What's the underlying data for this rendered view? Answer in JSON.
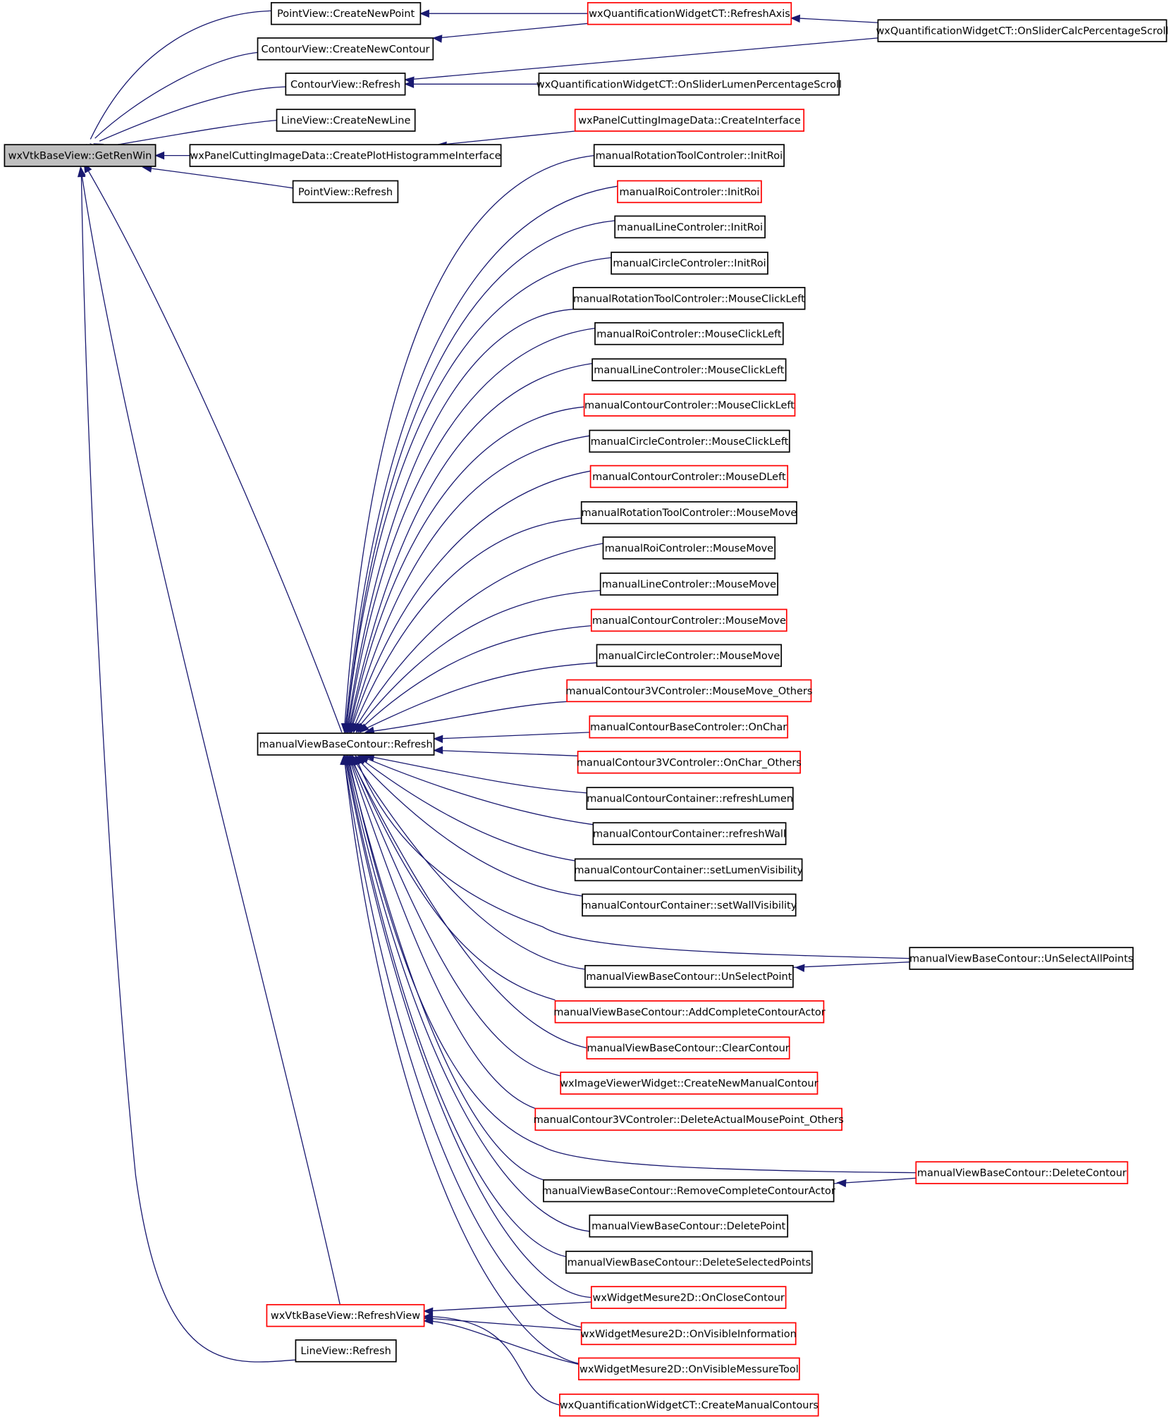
{
  "graph": {
    "root": "wxVtkBaseView::GetRenWin",
    "colors": {
      "edge": "#191970",
      "documented_border": "#000000",
      "undocumented_border": "#ff0000",
      "root_fill": "#bfbfbf"
    },
    "nodes": [
      {
        "id": "root",
        "label": "wxVtkBaseView::GetRenWin",
        "border": "black",
        "root": true
      },
      {
        "id": "pv_createnewpoint",
        "label": "PointView::CreateNewPoint",
        "border": "black"
      },
      {
        "id": "cv_createnewcontour",
        "label": "ContourView::CreateNewContour",
        "border": "black"
      },
      {
        "id": "cv_refresh",
        "label": "ContourView::Refresh",
        "border": "black"
      },
      {
        "id": "lv_createnewline",
        "label": "LineView::CreateNewLine",
        "border": "black"
      },
      {
        "id": "wxpc_createplothist",
        "label": "wxPanelCuttingImageData::CreatePlotHistogrammeInterface",
        "border": "black"
      },
      {
        "id": "pv_refresh",
        "label": "PointView::Refresh",
        "border": "black"
      },
      {
        "id": "mvbc_refresh",
        "label": "manualViewBaseContour::Refresh",
        "border": "black"
      },
      {
        "id": "wxvtk_refreshview",
        "label": "wxVtkBaseView::RefreshView",
        "border": "red"
      },
      {
        "id": "lv_refresh",
        "label": "LineView::Refresh",
        "border": "black"
      },
      {
        "id": "wxq_refreshaxis",
        "label": "wxQuantificationWidgetCT::RefreshAxis",
        "border": "red"
      },
      {
        "id": "wxq_onslidercalc",
        "label": "wxQuantificationWidgetCT::OnSliderCalcPercentageScroll",
        "border": "black"
      },
      {
        "id": "wxq_onsliderlumen",
        "label": "wxQuantificationWidgetCT::OnSliderLumenPercentageScroll",
        "border": "black"
      },
      {
        "id": "wxpc_createinterface",
        "label": "wxPanelCuttingImageData::CreateInterface",
        "border": "red"
      },
      {
        "id": "mrtc_initroi",
        "label": "manualRotationToolControler::InitRoi",
        "border": "black"
      },
      {
        "id": "mroi_initroi",
        "label": "manualRoiControler::InitRoi",
        "border": "red"
      },
      {
        "id": "mline_initroi",
        "label": "manualLineControler::InitRoi",
        "border": "black"
      },
      {
        "id": "mcirc_initroi",
        "label": "manualCircleControler::InitRoi",
        "border": "black"
      },
      {
        "id": "mrtc_mcl",
        "label": "manualRotationToolControler::MouseClickLeft",
        "border": "black"
      },
      {
        "id": "mroi_mcl",
        "label": "manualRoiControler::MouseClickLeft",
        "border": "black"
      },
      {
        "id": "mline_mcl",
        "label": "manualLineControler::MouseClickLeft",
        "border": "black"
      },
      {
        "id": "mcont_mcl",
        "label": "manualContourControler::MouseClickLeft",
        "border": "red"
      },
      {
        "id": "mcirc_mcl",
        "label": "manualCircleControler::MouseClickLeft",
        "border": "black"
      },
      {
        "id": "mcont_mdl",
        "label": "manualContourControler::MouseDLeft",
        "border": "red"
      },
      {
        "id": "mrtc_mm",
        "label": "manualRotationToolControler::MouseMove",
        "border": "black"
      },
      {
        "id": "mroi_mm",
        "label": "manualRoiControler::MouseMove",
        "border": "black"
      },
      {
        "id": "mline_mm",
        "label": "manualLineControler::MouseMove",
        "border": "black"
      },
      {
        "id": "mcont_mm",
        "label": "manualContourControler::MouseMove",
        "border": "red"
      },
      {
        "id": "mcirc_mm",
        "label": "manualCircleControler::MouseMove",
        "border": "black"
      },
      {
        "id": "mc3v_mmo",
        "label": "manualContour3VControler::MouseMove_Others",
        "border": "red"
      },
      {
        "id": "mcbc_onchar",
        "label": "manualContourBaseControler::OnChar",
        "border": "red"
      },
      {
        "id": "mc3v_oco",
        "label": "manualContour3VControler::OnChar_Others",
        "border": "red"
      },
      {
        "id": "mcc_refreshlumen",
        "label": "manualContourContainer::refreshLumen",
        "border": "black"
      },
      {
        "id": "mcc_refreshwall",
        "label": "manualContourContainer::refreshWall",
        "border": "black"
      },
      {
        "id": "mcc_setlumenvis",
        "label": "manualContourContainer::setLumenVisibility",
        "border": "black"
      },
      {
        "id": "mcc_setwallvis",
        "label": "manualContourContainer::setWallVisibility",
        "border": "black"
      },
      {
        "id": "mvbc_unselectallpoints",
        "label": "manualViewBaseContour::UnSelectAllPoints",
        "border": "black"
      },
      {
        "id": "mvbc_unselectpoint",
        "label": "manualViewBaseContour::UnSelectPoint",
        "border": "black"
      },
      {
        "id": "mvbc_addcca",
        "label": "manualViewBaseContour::AddCompleteContourActor",
        "border": "red"
      },
      {
        "id": "mvbc_clearcontour",
        "label": "manualViewBaseContour::ClearContour",
        "border": "red"
      },
      {
        "id": "wxiv_cnmc",
        "label": "wxImageViewerWidget::CreateNewManualContour",
        "border": "red"
      },
      {
        "id": "mc3v_dampo",
        "label": "manualContour3VControler::DeleteActualMousePoint_Others",
        "border": "red"
      },
      {
        "id": "mvbc_deletecontour",
        "label": "manualViewBaseContour::DeleteContour",
        "border": "red"
      },
      {
        "id": "mvbc_removecca",
        "label": "manualViewBaseContour::RemoveCompleteContourActor",
        "border": "black"
      },
      {
        "id": "mvbc_deletepoint",
        "label": "manualViewBaseContour::DeletePoint",
        "border": "black"
      },
      {
        "id": "mvbc_deleteselected",
        "label": "manualViewBaseContour::DeleteSelectedPoints",
        "border": "black"
      },
      {
        "id": "wxwm_onclosecontour",
        "label": "wxWidgetMesure2D::OnCloseContour",
        "border": "red"
      },
      {
        "id": "wxwm_onvisinfo",
        "label": "wxWidgetMesure2D::OnVisibleInformation",
        "border": "red"
      },
      {
        "id": "wxwm_onvismesure",
        "label": "wxWidgetMesure2D::OnVisibleMessureTool",
        "border": "red"
      },
      {
        "id": "wxq_createmanual",
        "label": "wxQuantificationWidgetCT::CreateManualContours",
        "border": "red"
      }
    ]
  }
}
